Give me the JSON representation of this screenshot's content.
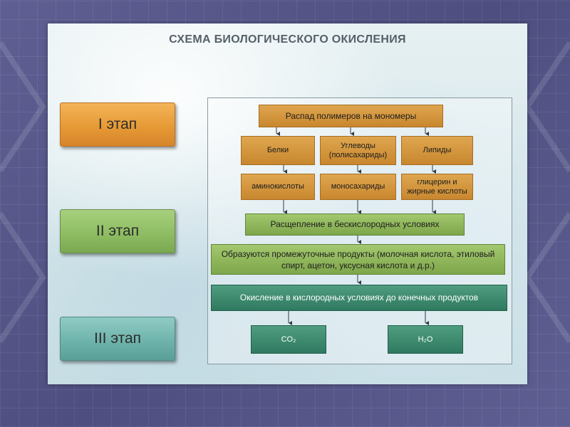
{
  "title": "СХЕМА БИОЛОГИЧЕСКОГО ОКИСЛЕНИЯ",
  "stages": [
    {
      "label": "I  этап"
    },
    {
      "label": "II этап"
    },
    {
      "label": "III этап"
    }
  ],
  "stage1": {
    "decomposition": "Распад полимеров на мономеры",
    "polymers": [
      "Белки",
      "Углеводы (полисахариды)",
      "Липиды"
    ],
    "monomers": [
      "аминокислоты",
      "моносахариды",
      "глицерин и жирные кислоты"
    ]
  },
  "stage2": {
    "anaerobic": "Расщепление в бескислородных условиях",
    "intermediates": "Образуются промежуточные продукты (молочная кислота, этиловый спирт, ацетон, уксусная кислота и д.р.)"
  },
  "stage3": {
    "aerobic": "Окисление в кислородных условиях до конечных продуктов",
    "products": [
      "CO₂",
      "H₂O"
    ]
  },
  "colors": {
    "stage1": "#e69a35",
    "stage2": "#8ebd63",
    "stage3": "#6fb4ac",
    "box_orange": "#c8872e",
    "box_green": "#7ea64a",
    "box_teal": "#2f7a60"
  }
}
